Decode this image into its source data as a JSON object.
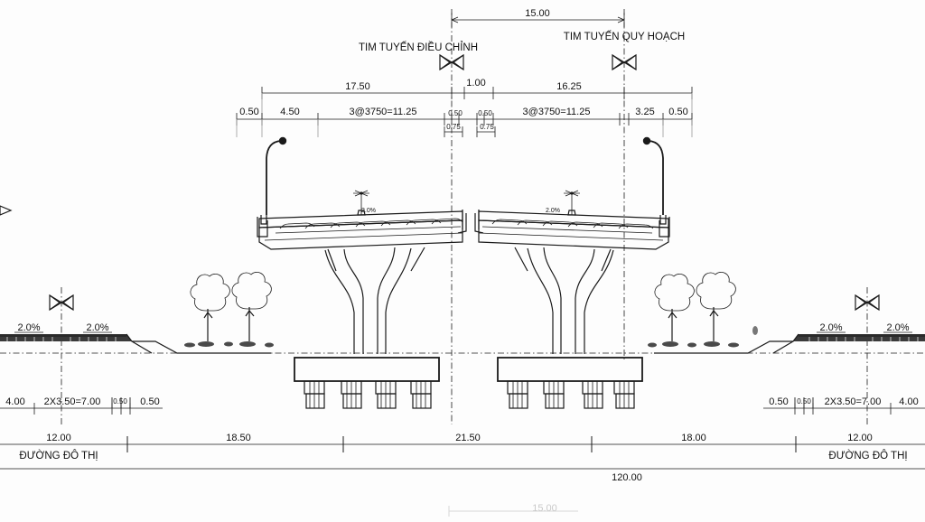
{
  "drawing": {
    "type": "bridge-cross-section",
    "title_left": "ĐƯỜNG ĐÔ THỊ",
    "title_right": "ĐƯỜNG ĐÔ THỊ",
    "axis_labels": {
      "adjusted": "TIM TUYẾN ĐIỀU CHỈNH",
      "planned": "TIM TUYẾN QUY HOẠCH"
    },
    "top_dim": {
      "value": "15.00"
    },
    "row_a": [
      {
        "label": "17.50"
      },
      {
        "label": "1.00"
      },
      {
        "label": "16.25"
      }
    ],
    "row_b": [
      {
        "label": "0.50"
      },
      {
        "label": "4.50"
      },
      {
        "label": "3@3750=11.25"
      },
      {
        "label": "0.50"
      },
      {
        "label": "0.50"
      },
      {
        "label": "3@3750=11.25"
      },
      {
        "label": "3.25"
      },
      {
        "label": "0.50"
      }
    ],
    "row_b_sub": [
      {
        "label": "0.75"
      },
      {
        "label": "0.75"
      }
    ],
    "slopes_left": [
      "2.0%",
      "2.0%"
    ],
    "slopes_right": [
      "2.0%",
      "2.0%"
    ],
    "deck_slopes": [
      "2.0%",
      "2.0%"
    ],
    "road_dims_left": [
      {
        "label": "4.00"
      },
      {
        "label": "2X3.50=7.00"
      },
      {
        "label": "0.50"
      },
      {
        "label": "0.50"
      }
    ],
    "road_dims_right": [
      {
        "label": "0.50"
      },
      {
        "label": "0.50"
      },
      {
        "label": "2X3.50=7.00"
      },
      {
        "label": "4.00"
      }
    ],
    "station_row": [
      {
        "label": "12.00"
      },
      {
        "label": "18.50"
      },
      {
        "label": "21.50"
      },
      {
        "label": "18.00"
      },
      {
        "label": "12.00"
      }
    ],
    "total_dim": {
      "label": "120.00"
    },
    "bottom_faint_dim": {
      "label": "15.00"
    }
  }
}
